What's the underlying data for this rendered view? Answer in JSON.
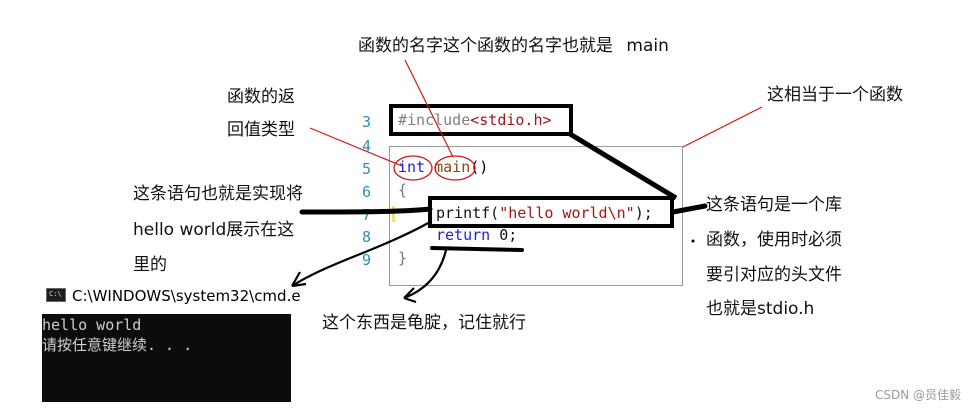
{
  "annotations": {
    "function_name": "函数的名字这个函数的名字也就是",
    "function_name_main": "main",
    "return_type_line1": "函数的返",
    "return_type_line2": "回值类型",
    "equivalent_function": "这相当于一个函数",
    "statement_line1": "这条语句也就是实现将",
    "statement_line2": "hello world展示在这",
    "statement_line3": "里的",
    "library_line1": "这条语句是一个库",
    "library_line2": "函数，使用时必须",
    "library_line3": "要引对应的头文件",
    "library_line4": "也就是stdio.h",
    "return_note": "这个东西是龟腚，记住就行"
  },
  "code": {
    "line_numbers": [
      "3",
      "4",
      "5",
      "6",
      "7",
      "8",
      "9"
    ],
    "include_directive": "#include",
    "include_header": "<stdio.h>",
    "return_type": "int",
    "function_name": "main",
    "parens": "()",
    "open_brace": "{",
    "printf_call": "printf(",
    "printf_string": "\"hello world\\n\"",
    "printf_end": ");",
    "return_keyword": "return",
    "return_value": " 0;",
    "close_brace": "}"
  },
  "console": {
    "title": "C:\\WINDOWS\\system32\\cmd.e",
    "icon_label": "C:\\",
    "output_line1": "hello world",
    "output_line2": "请按任意键继续. . ."
  },
  "watermark": "CSDN @员佳毅",
  "colors": {
    "keyword": "#1f1fd6",
    "string": "#a31515",
    "preprocessor": "#808080",
    "line_number": "#2b91af",
    "ink_red": "#d01818",
    "console_bg": "#0c0c0c"
  }
}
